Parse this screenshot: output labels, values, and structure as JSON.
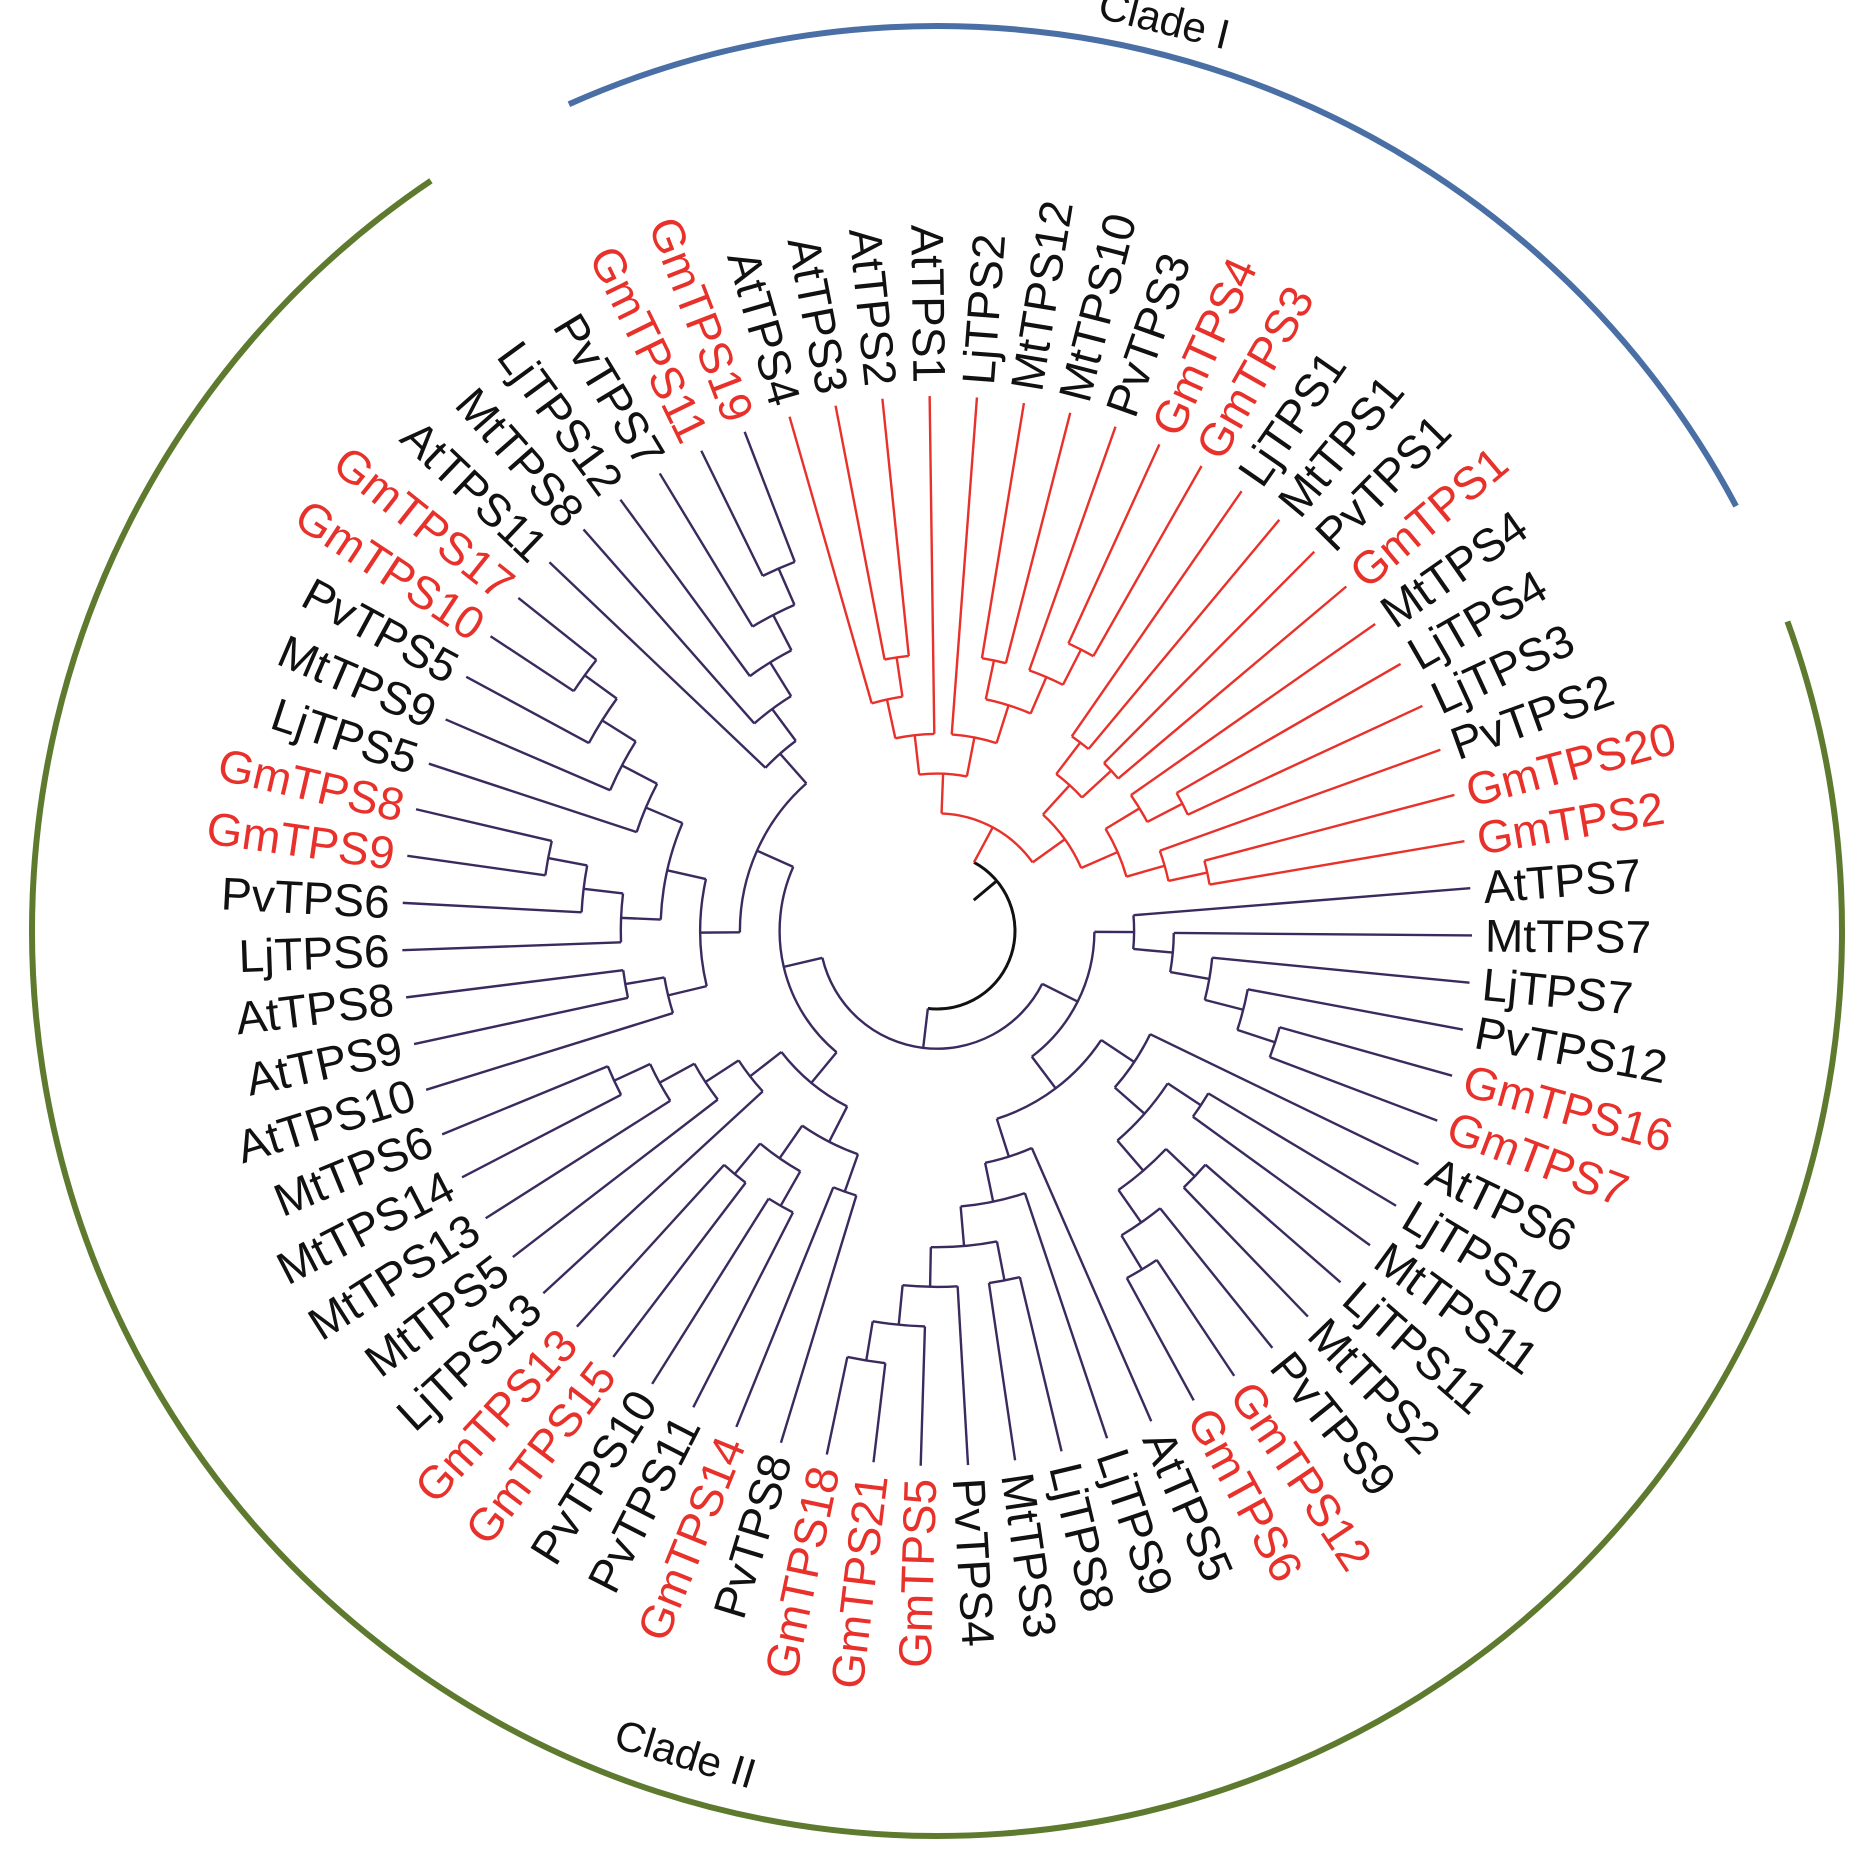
{
  "colors": {
    "gm_label": "#e8312a",
    "other_label": "#111111",
    "clade1_branch": "#e8312a",
    "clade2_branch": "#3a2a5e",
    "root_branch": "#111111",
    "clade1_arc": "#4a6fa5",
    "clade2_arc": "#5e7a2e"
  },
  "clades": [
    {
      "name": "Clade I"
    },
    {
      "name": "Clade II"
    }
  ],
  "leaves": [
    "AtTPS4",
    "AtTPS3",
    "AtTPS2",
    "AtTPS1",
    "LjTPS2",
    "MtTPS12",
    "MtTPS10",
    "PvTPS3",
    "GmTPS4",
    "GmTPS3",
    "LjTPS1",
    "MtTPS1",
    "PvTPS1",
    "GmTPS1",
    "MtTPS4",
    "LjTPS4",
    "LjTPS3",
    "PvTPS2",
    "GmTPS20",
    "GmTPS2",
    "AtTPS7",
    "MtTPS7",
    "LjTPS7",
    "PvTPS12",
    "GmTPS16",
    "GmTPS7",
    "AtTPS6",
    "LjTPS10",
    "MtTPS11",
    "LjTPS11",
    "MtTPS2",
    "PvTPS9",
    "GmTPS12",
    "GmTPS6",
    "AtTPS5",
    "LjTPS9",
    "LjTPS8",
    "MtTPS3",
    "PvTPS4",
    "GmTPS5",
    "GmTPS21",
    "GmTPS18",
    "PvTPS8",
    "GmTPS14",
    "PvTPS11",
    "PvTPS10",
    "GmTPS15",
    "GmTPS13",
    "LjTPS13",
    "MtTPS5",
    "MtTPS13",
    "MtTPS14",
    "MtTPS6",
    "AtTPS10",
    "AtTPS9",
    "AtTPS8",
    "LjTPS6",
    "PvTPS6",
    "GmTPS9",
    "GmTPS8",
    "LjTPS5",
    "MtTPS9",
    "PvTPS5",
    "GmTPS10",
    "GmTPS17",
    "AtTPS11",
    "MtTPS8",
    "LjTPS12",
    "PvTPS7",
    "GmTPS11",
    "GmTPS19"
  ],
  "tree": {
    "c": [
      {
        "c": [
          {
            "c": [
              {
                "c": [
                  {
                    "c": [
                      0,
                      {
                        "c": [
                          1,
                          2
                        ]
                      }
                    ]
                  },
                  3
                ]
              },
              {
                "c": [
                  4,
                  {
                    "c": [
                      {
                        "c": [
                          5,
                          6
                        ]
                      },
                      {
                        "c": [
                          7,
                          {
                            "c": [
                              8,
                              9
                            ]
                          }
                        ]
                      }
                    ]
                  }
                ]
              }
            ]
          },
          {
            "c": [
              {
                "c": [
                  {
                    "c": [
                      10,
                      11
                    ]
                  },
                  {
                    "c": [
                      12,
                      13
                    ]
                  }
                ]
              },
              {
                "c": [
                  {
                    "c": [
                      14,
                      {
                        "c": [
                          15,
                          16
                        ]
                      }
                    ]
                  },
                  {
                    "c": [
                      17,
                      {
                        "c": [
                          18,
                          19
                        ]
                      }
                    ]
                  }
                ]
              }
            ]
          }
        ]
      },
      {
        "c": [
          {
            "c": [
              {
                "c": [
                  20,
                  {
                    "c": [
                      21,
                      {
                        "c": [
                          22,
                          {
                            "c": [
                              23,
                              {
                                "c": [
                                  24,
                                  25
                                ]
                              }
                            ]
                          }
                        ]
                      }
                    ]
                  }
                ]
              },
              {
                "c": [
                  {
                    "c": [
                      26,
                      {
                        "c": [
                          {
                            "c": [
                              27,
                              28
                            ]
                          },
                          {
                            "c": [
                              {
                                "c": [
                                  29,
                                  30
                                ]
                              },
                              {
                                "c": [
                                  31,
                                  {
                                    "c": [
                                      32,
                                      33
                                    ]
                                  }
                                ]
                              }
                            ]
                          }
                        ]
                      }
                    ]
                  },
                  {
                    "c": [
                      34,
                      {
                        "c": [
                          35,
                          {
                            "c": [
                              {
                                "c": [
                                  36,
                                  37
                                ]
                              },
                              {
                                "c": [
                                  38,
                                  {
                                    "c": [
                                      39,
                                      {
                                        "c": [
                                          40,
                                          41
                                        ]
                                      }
                                    ]
                                  }
                                ]
                              }
                            ]
                          }
                        ]
                      }
                    ]
                  }
                ]
              }
            ]
          },
          {
            "c": [
              {
                "c": [
                  {
                    "c": [
                      {
                        "c": [
                          42,
                          43
                        ]
                      },
                      {
                        "c": [
                          {
                            "c": [
                              44,
                              45
                            ]
                          },
                          {
                            "c": [
                              46,
                              47
                            ]
                          }
                        ]
                      }
                    ]
                  },
                  {
                    "c": [
                      48,
                      {
                        "c": [
                          49,
                          {
                            "c": [
                              50,
                              {
                                "c": [
                                  51,
                                  52
                                ]
                              }
                            ]
                          }
                        ]
                      }
                    ]
                  }
                ]
              },
              {
                "c": [
                  {
                    "c": [
                      {
                        "c": [
                          53,
                          {
                            "c": [
                              54,
                              55
                            ]
                          }
                        ]
                      },
                      {
                        "c": [
                          {
                            "c": [
                              56,
                              {
                                "c": [
                                  57,
                                  {
                                    "c": [
                                      58,
                                      59
                                    ]
                                  }
                                ]
                              }
                            ]
                          },
                          {
                            "c": [
                              60,
                              {
                                "c": [
                                  61,
                                  {
                                    "c": [
                                      62,
                                      {
                                        "c": [
                                          63,
                                          64
                                        ]
                                      }
                                    ]
                                  }
                                ]
                              }
                            ]
                          }
                        ]
                      }
                    ]
                  },
                  {
                    "c": [
                      65,
                      {
                        "c": [
                          66,
                          {
                            "c": [
                              67,
                              {
                                "c": [
                                  68,
                                  {
                                    "c": [
                                      69,
                                      70
                                    ]
                                  }
                                ]
                              }
                            ]
                          }
                        ]
                      }
                    ]
                  }
                ]
              }
            ]
          }
        ]
      }
    ]
  }
}
